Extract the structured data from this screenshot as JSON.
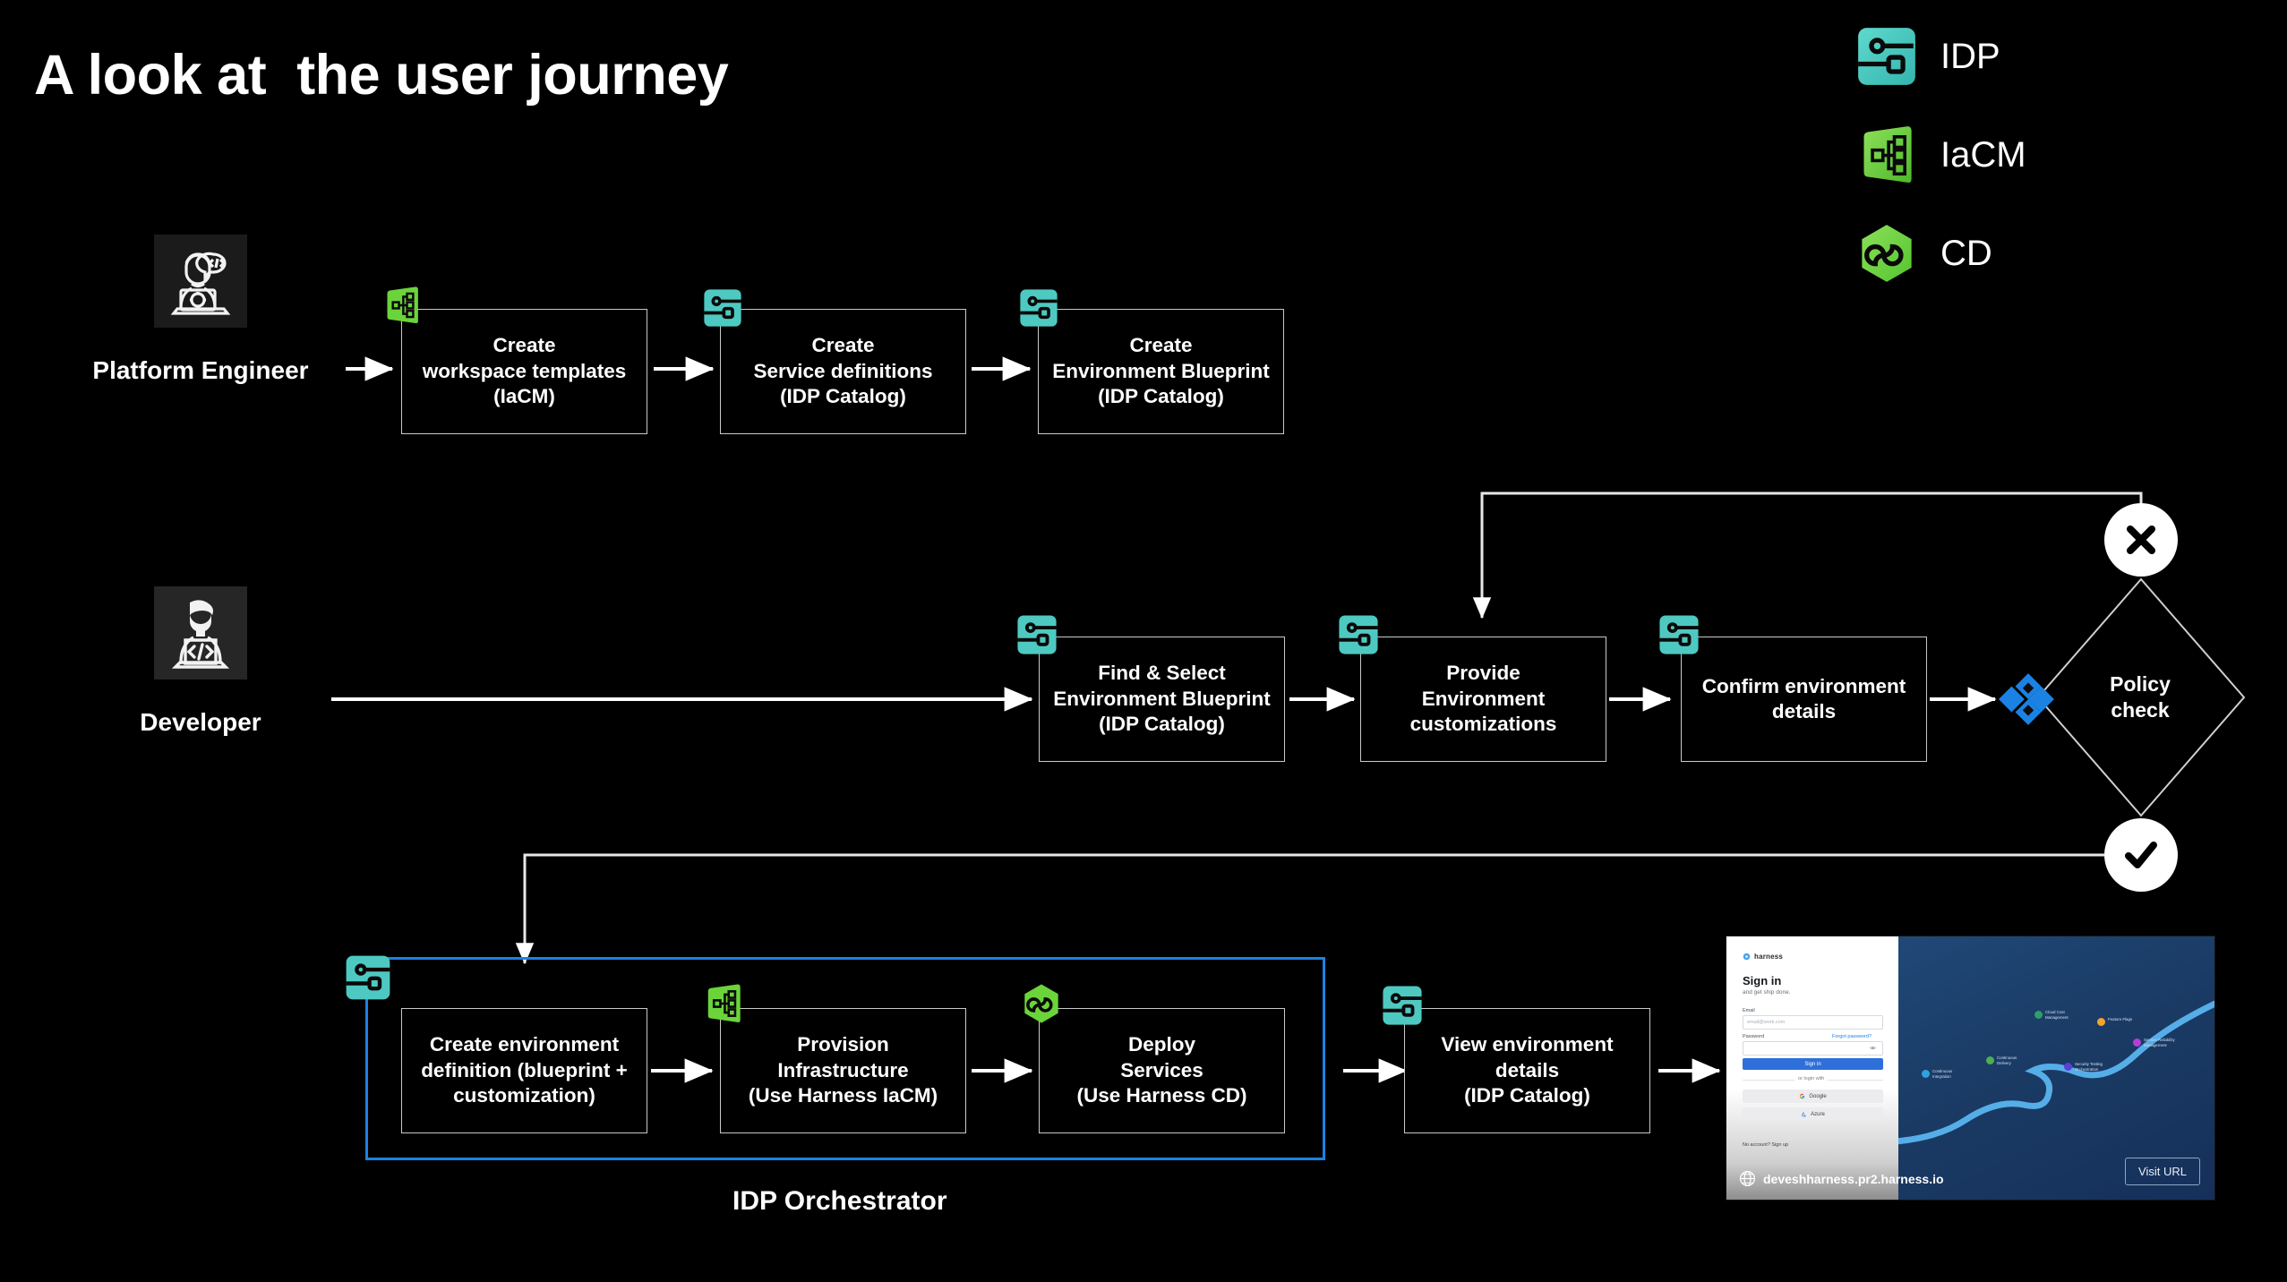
{
  "page": {
    "title": "A look at  the user journey",
    "background": "#000000"
  },
  "legend": {
    "items": [
      {
        "id": "idp",
        "label": "IDP",
        "icon": "idp-icon",
        "color": "#3fc5bf"
      },
      {
        "id": "iacm",
        "label": "IaCM",
        "icon": "iacm-icon",
        "color": "#6cc644"
      },
      {
        "id": "cd",
        "label": "CD",
        "icon": "cd-icon",
        "color": "#6ed048"
      }
    ]
  },
  "rows": {
    "platform_engineer": {
      "persona_label": "Platform Engineer",
      "persona_icon": "platform-engineer-avatar-icon",
      "nodes": [
        {
          "id": "create-workspace-templates",
          "badge": "iacm-icon",
          "lines": [
            "Create",
            "workspace templates",
            "(IaCM)"
          ]
        },
        {
          "id": "create-service-definitions",
          "badge": "idp-icon",
          "lines": [
            "Create",
            "Service definitions",
            "(IDP Catalog)"
          ]
        },
        {
          "id": "create-environment-blueprint",
          "badge": "idp-icon",
          "lines": [
            "Create",
            "Environment Blueprint",
            "(IDP Catalog)"
          ]
        }
      ]
    },
    "developer": {
      "persona_label": "Developer",
      "persona_icon": "developer-avatar-icon",
      "nodes": [
        {
          "id": "find-select-environment-blueprint",
          "badge": "idp-icon",
          "lines": [
            "Find & Select",
            "Environment Blueprint",
            "(IDP Catalog)"
          ]
        },
        {
          "id": "provide-environment-customizations",
          "badge": "idp-icon",
          "lines": [
            "Provide",
            "Environment",
            "customizations"
          ]
        },
        {
          "id": "confirm-environment-details",
          "badge": "idp-icon",
          "lines": [
            "Confirm environment",
            "details"
          ]
        }
      ],
      "decision": {
        "id": "policy-check",
        "label_lines": [
          "Policy",
          "check"
        ],
        "icon": "policy-check-icon",
        "icon_color": "#1b82e3",
        "fail_marker": "cross-icon",
        "pass_marker": "check-icon"
      }
    },
    "orchestrator": {
      "frame_label": "IDP Orchestrator",
      "frame_color": "#1b82e3",
      "frame_badge": "idp-icon",
      "nodes": [
        {
          "id": "create-environment-definition",
          "badge": "none",
          "lines": [
            "Create environment",
            "definition (blueprint +",
            "customization)"
          ]
        },
        {
          "id": "provision-infrastructure",
          "badge": "iacm-icon",
          "lines": [
            "Provision",
            "Infrastructure",
            "(Use Harness IaCM)"
          ]
        },
        {
          "id": "deploy-services",
          "badge": "cd-icon",
          "lines": [
            "Deploy",
            "Services",
            "(Use Harness CD)"
          ]
        }
      ],
      "after": [
        {
          "id": "view-environment-details",
          "badge": "idp-icon",
          "lines": [
            "View environment",
            "details",
            "(IDP Catalog)"
          ]
        }
      ]
    }
  },
  "screenshot": {
    "name": "harness-signin-screenshot",
    "brand": "harness",
    "heading": "Sign in",
    "subheading": "and get ship done.",
    "email_label": "Email",
    "email_placeholder": "email@work.com",
    "password_label": "Password",
    "forgot_link": "Forgot password?",
    "signin_button": "Sign in",
    "or_divider": "or login with",
    "sso": [
      "Google",
      "Azure"
    ],
    "no_account": "No account? Sign up",
    "url": "deveshharness.pr2.harness.io",
    "visit_button": "Visit URL",
    "modules": [
      {
        "name": "Continuous\nIntegration",
        "color": "#2fa3e0"
      },
      {
        "name": "Continuous\nDelivery",
        "color": "#4caf50"
      },
      {
        "name": "Cloud Cost\nManagement",
        "color": "#2e9e6b"
      },
      {
        "name": "Security Testing\nOrchestration",
        "color": "#5b3fd6"
      },
      {
        "name": "Feature Flags",
        "color": "#f0a52e"
      },
      {
        "name": "Service Reliability\nManagement",
        "color": "#b43fd6"
      }
    ]
  }
}
